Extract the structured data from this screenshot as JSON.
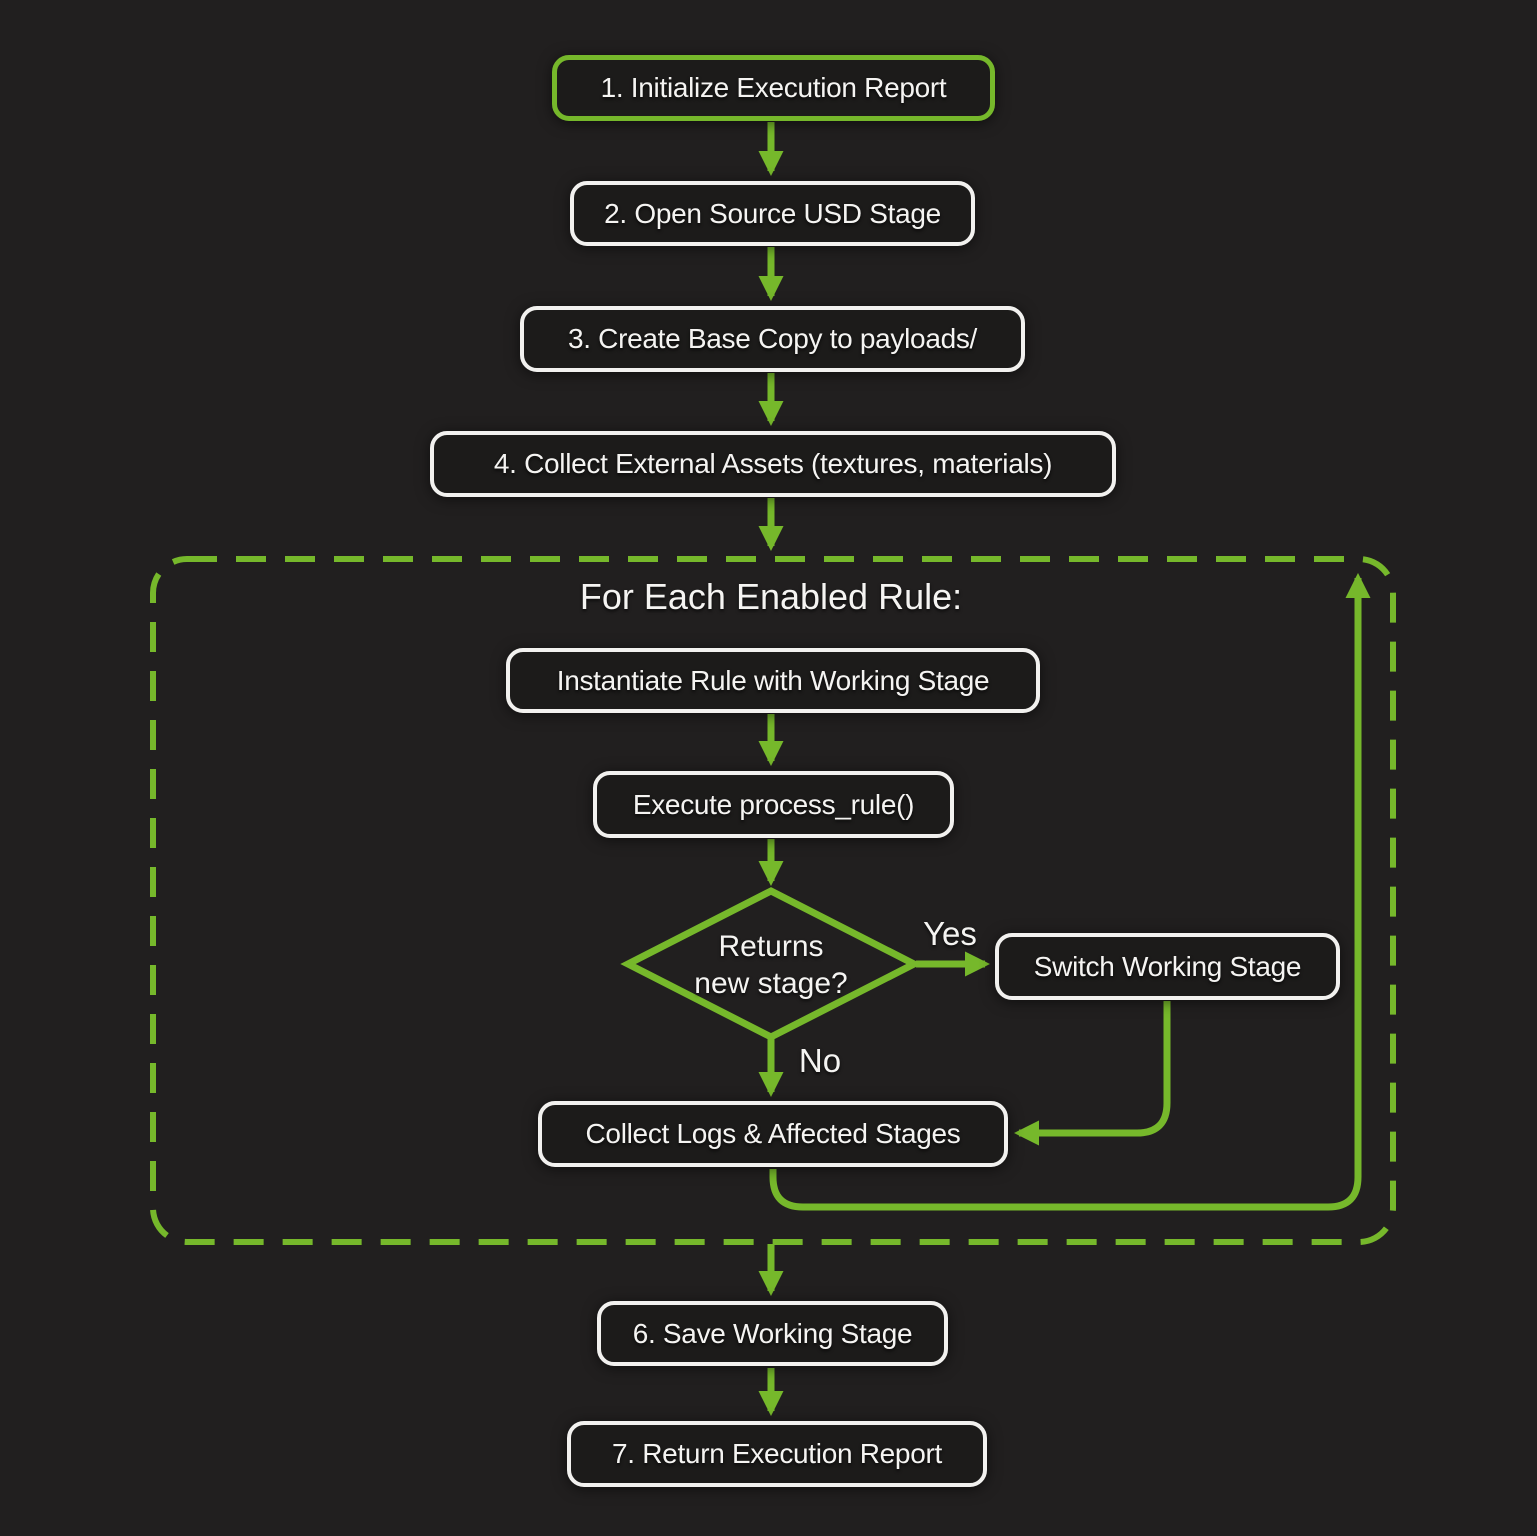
{
  "colors": {
    "accent_green": "#76b82b",
    "box_border": "#f2f1ef",
    "page_bg": "#211f1f",
    "node_bg": "#1c1b1a",
    "text_color": "#f5f4f2"
  },
  "flow": {
    "step1_label": "1. Initialize Execution Report",
    "step2_label": "2. Open Source USD Stage",
    "step3_label": "3. Create Base Copy to payloads/",
    "step4_label": "4. Collect External Assets (textures, materials)",
    "loop": {
      "title": "For Each Enabled Rule:",
      "instantiate_label": "Instantiate Rule with Working Stage",
      "execute_label": "Execute process_rule()",
      "decision": {
        "line1": "Returns",
        "line2": "new stage?",
        "yes": "Yes",
        "no": "No"
      },
      "switch_label": "Switch Working Stage",
      "collect_label": "Collect Logs & Affected Stages"
    },
    "step6_label": "6. Save Working Stage",
    "step7_label": "7. Return Execution Report"
  }
}
